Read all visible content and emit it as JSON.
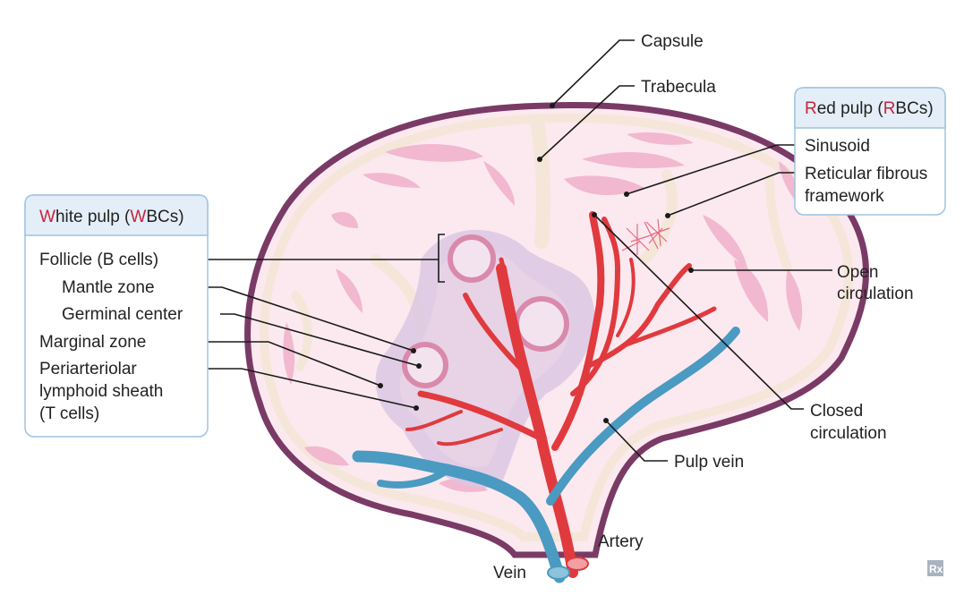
{
  "labels": {
    "capsule": "Capsule",
    "trabecula": "Trabecula",
    "open_circulation": [
      "Open",
      "circulation"
    ],
    "closed_circulation": [
      "Closed",
      "circulation"
    ],
    "pulp_vein": "Pulp vein",
    "artery": "Artery",
    "vein": "Vein"
  },
  "red_pulp_box": {
    "title_parts": [
      "R",
      "ed pulp (",
      "R",
      "BCs)"
    ],
    "items": [
      "Sinusoid",
      "Reticular fibrous",
      "framework"
    ]
  },
  "white_pulp_box": {
    "title_parts": [
      "W",
      "hite pulp (",
      "W",
      "BCs)"
    ],
    "items": [
      "Follicle (B cells)",
      "Mantle zone",
      "Germinal center",
      "Marginal zone",
      "Periarteriolar",
      "lymphoid sheath",
      "(T cells)"
    ]
  },
  "watermark": "Rx",
  "colors": {
    "capsule": "#7a3a66",
    "parenchyma": "#fbe9ef",
    "trabecula": "#f5e6da",
    "sinusoid": "#f2b8cf",
    "white_pulp": "#d9c6e2",
    "pals": "#e8d3e6",
    "follicle_ring": "#d98aac",
    "artery": "#e03a3e",
    "vein": "#4a9ac2",
    "box_border": "#9fc3e0",
    "box_header": "#e4eef8",
    "accent_red": "#c8233a"
  }
}
